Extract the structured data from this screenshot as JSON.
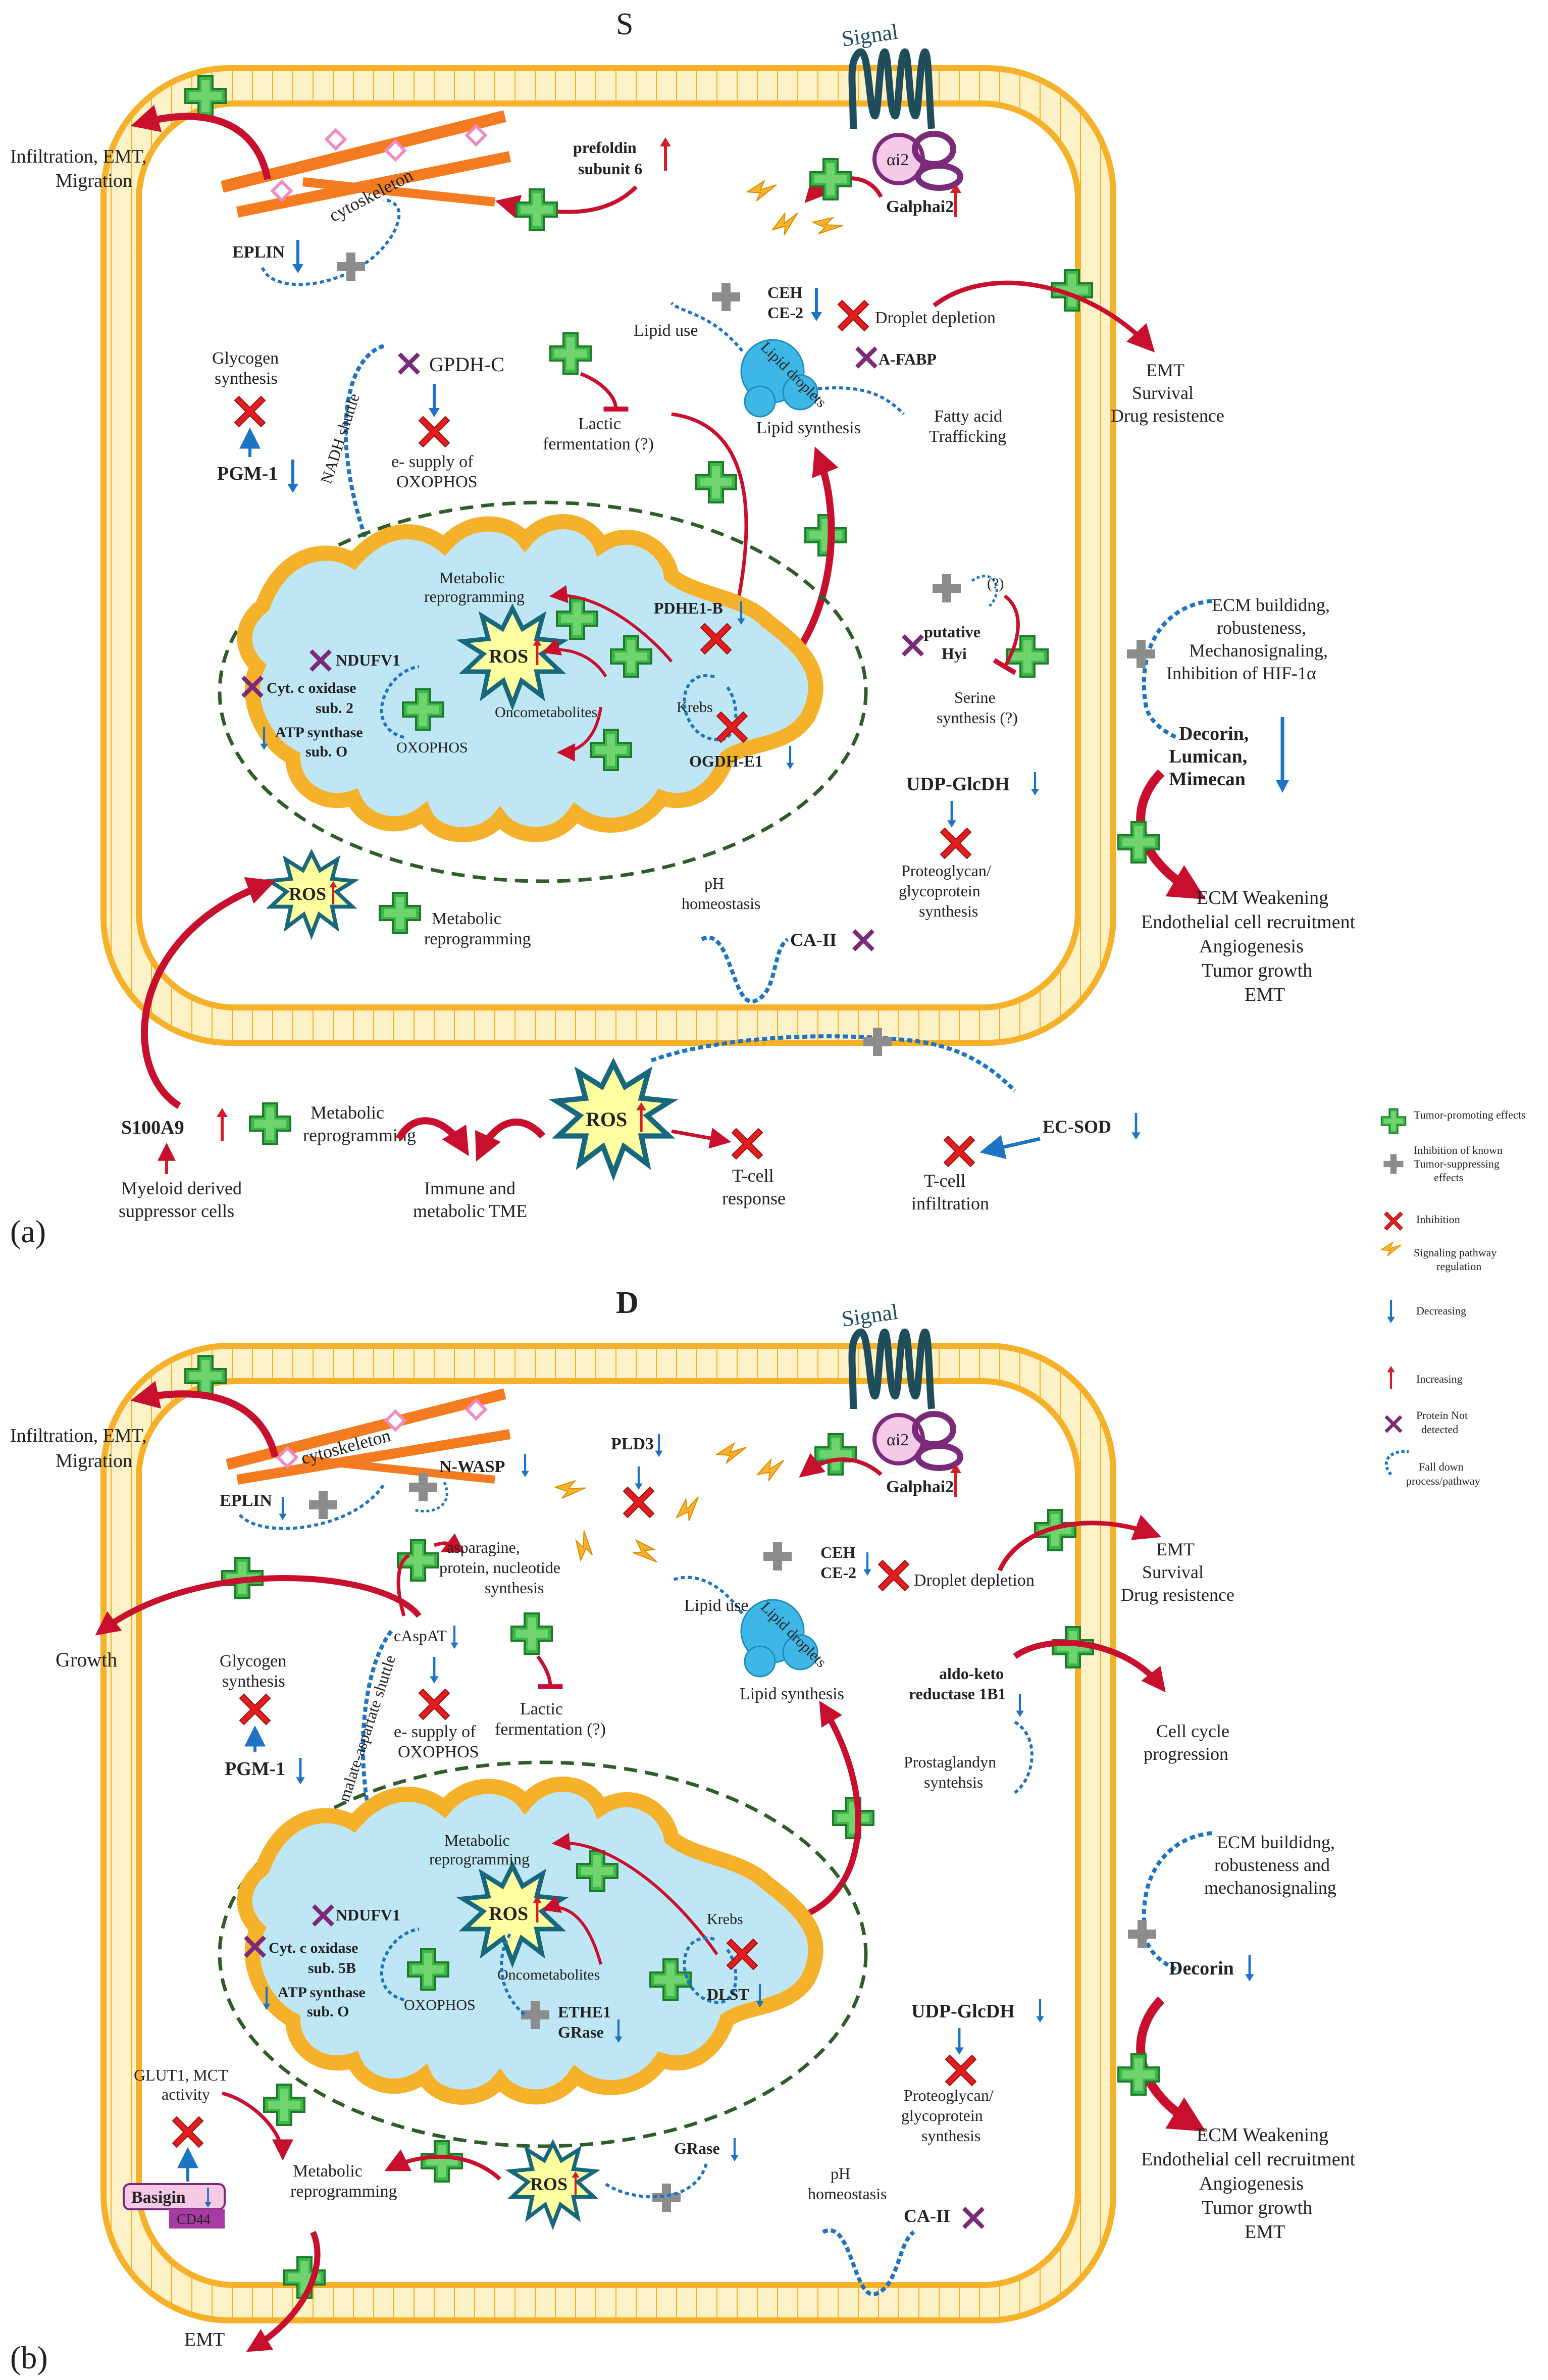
{
  "panel_a": {
    "title": "S",
    "label": "(a)",
    "signal": "Signal",
    "alpha": "αi2",
    "galphai2": "Galphai2",
    "prefoldin_1": "prefoldin",
    "prefoldin_2": "subunit 6",
    "cytoskeleton": "cytoskeleton",
    "eplin": "EPLIN",
    "infiltration_1": "Infiltration, EMT,",
    "infiltration_2": "Migration",
    "glycogen_1": "Glycogen",
    "glycogen_2": "synthesis",
    "pgm1": "PGM-1",
    "gpdh": "GPDH-C",
    "shuttle": "NADH shuttle",
    "esupply_1": "e- supply of",
    "esupply_2": "OXOPHOS",
    "lactic_1": "Lactic",
    "lactic_2": "fermentation (?)",
    "lipid_use": "Lipid use",
    "ceh_1": "CEH",
    "ceh_2": "CE-2",
    "droplet_depletion": "Droplet depletion",
    "lipid_droplets": "Lipid droplets",
    "afabp": "A-FABP",
    "lipid_synthesis": "Lipid synthesis",
    "fatty_1": "Fatty acid",
    "fatty_2": "Trafficking",
    "emt_right_1": "EMT",
    "emt_right_2": "Survival",
    "emt_right_3": "Drug resistence",
    "metabolic_reprog_1": "Metabolic",
    "metabolic_reprog_2": "reprogramming",
    "ros": "ROS",
    "ndufv1": "NDUFV1",
    "cytc_1": "Cyt. c oxidase",
    "cytc_2": "sub. 2",
    "atp_1": "ATP synthase",
    "atp_2": "sub. O",
    "oxophos": "OXOPHOS",
    "oncometabolites": "Oncometabolites",
    "krebs": "Krebs",
    "pdhe1b": "PDHE1-B",
    "ogdhe1": "OGDH-E1",
    "hyi_1": "putative",
    "hyi_2": "Hyi",
    "qmark": "(?)",
    "serine_1": "Serine",
    "serine_2": "synthesis (?)",
    "ecm_build_1": "ECM buildidng,",
    "ecm_build_2": "robusteness,",
    "ecm_build_3": "Mechanosignaling,",
    "ecm_build_4": "Inhibition of HIF-1α",
    "decorin_1": "Decorin,",
    "decorin_2": "Lumican,",
    "decorin_3": "Mimecan",
    "udp": "UDP-GlcDH",
    "proteoglycan_1": "Proteoglycan/",
    "proteoglycan_2": "glycoprotein",
    "proteoglycan_3": "synthesis",
    "ecm_weak_1": "ECM Weakening",
    "ecm_weak_2": "Endothelial cell recruitment",
    "ecm_weak_3": "Angiogenesis",
    "ecm_weak_4": "Tumor growth",
    "ecm_weak_5": "EMT",
    "ph_1": "pH",
    "ph_2": "homeostasis",
    "ca2": "CA-II",
    "s100a9": "S100A9",
    "myeloid_1": "Myeloid derived",
    "myeloid_2": "suppressor cells",
    "immune_1": "Immune and",
    "immune_2": "metabolic TME",
    "tcell_resp_1": "T-cell",
    "tcell_resp_2": "response",
    "tcell_inf_1": "T-cell",
    "tcell_inf_2": "infiltration",
    "ecsod": "EC-SOD"
  },
  "panel_b": {
    "title": "D",
    "label": "(b)",
    "signal": "Signal",
    "alpha": "αi2",
    "galphai2": "Galphai2",
    "cytoskeleton": "cytoskeleton",
    "nwasp": "N-WASP",
    "eplin": "EPLIN",
    "pld3": "PLD3",
    "infiltration_1": "Infiltration, EMT,",
    "infiltration_2": "Migration",
    "growth": "Growth",
    "asparagine_1": "asparagine,",
    "asparagine_2": "protein, nucleotide",
    "asparagine_3": "synthesis",
    "caspat": "cAspAT",
    "shuttle": "malate-aspartate shuttle",
    "glycogen_1": "Glycogen",
    "glycogen_2": "synthesis",
    "pgm1": "PGM-1",
    "esupply_1": "e- supply of",
    "esupply_2": "OXOPHOS",
    "lactic_1": "Lactic",
    "lactic_2": "fermentation (?)",
    "lipid_use": "Lipid use",
    "ceh_1": "CEH",
    "ceh_2": "CE-2",
    "droplet_depletion": "Droplet depletion",
    "lipid_droplets": "Lipid droplets",
    "lipid_synthesis": "Lipid synthesis",
    "emt_right_1": "EMT",
    "emt_right_2": "Survival",
    "emt_right_3": "Drug resistence",
    "aldo_1": "aldo-keto",
    "aldo_2": "reductase 1B1",
    "cellcycle_1": "Cell cycle",
    "cellcycle_2": "progression",
    "prosta_1": "Prostaglandyn",
    "prosta_2": "syntehsis",
    "metabolic_reprog_1": "Metabolic",
    "metabolic_reprog_2": "reprogramming",
    "ros": "ROS",
    "ndufv1": "NDUFV1",
    "cytc_1": "Cyt. c oxidase",
    "cytc_2": "sub. 5B",
    "atp_1": "ATP synthase",
    "atp_2": "sub. O",
    "oxophos": "OXOPHOS",
    "oncometabolites": "Oncometabolites",
    "krebs": "Krebs",
    "ethe1": "ETHE1",
    "grase": "GRase",
    "dlst": "DLST",
    "ecm_build_1": "ECM buildidng,",
    "ecm_build_2": "robusteness and",
    "ecm_build_3": "mechanosignaling",
    "decorin": "Decorin",
    "udp": "UDP-GlcDH",
    "proteoglycan_1": "Proteoglycan/",
    "proteoglycan_2": "glycoprotein",
    "proteoglycan_3": "synthesis",
    "ecm_weak_1": "ECM Weakening",
    "ecm_weak_2": "Endothelial cell recruitment",
    "ecm_weak_3": "Angiogenesis",
    "ecm_weak_4": "Tumor growth",
    "ecm_weak_5": "EMT",
    "glut_1": "GLUT1, MCT",
    "glut_2": "activity",
    "metabolic_reprog2_1": "Metabolic",
    "metabolic_reprog2_2": "reprogramming",
    "grase2": "GRase",
    "ph_1": "pH",
    "ph_2": "homeostasis",
    "ca2": "CA-II",
    "basigin": "Basigin",
    "cd44": "CD44",
    "emt_bottom": "EMT"
  },
  "legend": {
    "promoting": "Tumor-promoting effects",
    "inhib_known_1": "Inhibition of known",
    "inhib_known_2": "Tumor-suppressing",
    "inhib_known_3": "effects",
    "inhibition": "Inhibition",
    "signaling_1": "Signaling pathway",
    "signaling_2": "regulation",
    "decreasing": "Decreasing",
    "increasing": "Increasing",
    "not_detected_1": "Protein Not",
    "not_detected_2": "detected",
    "falldown_1": "Fall down",
    "falldown_2": "process/pathway"
  },
  "colors": {
    "membrane": "#f7b32b",
    "membrane_inner": "#fff6d8",
    "mito_fill": "#bfe6f5",
    "promote": "#39b54a",
    "inhibit_cross": "#e31d1d",
    "grey_plus": "#8a8a8a",
    "purple_x": "#7b2a7a",
    "arrow_red": "#c8102e",
    "arrow_blue": "#1d73c4",
    "dashed_green": "#2e6b2e",
    "droplet": "#3fb7e6",
    "ros_fill": "#ffffa0",
    "ros_stroke": "#1b6f86"
  }
}
